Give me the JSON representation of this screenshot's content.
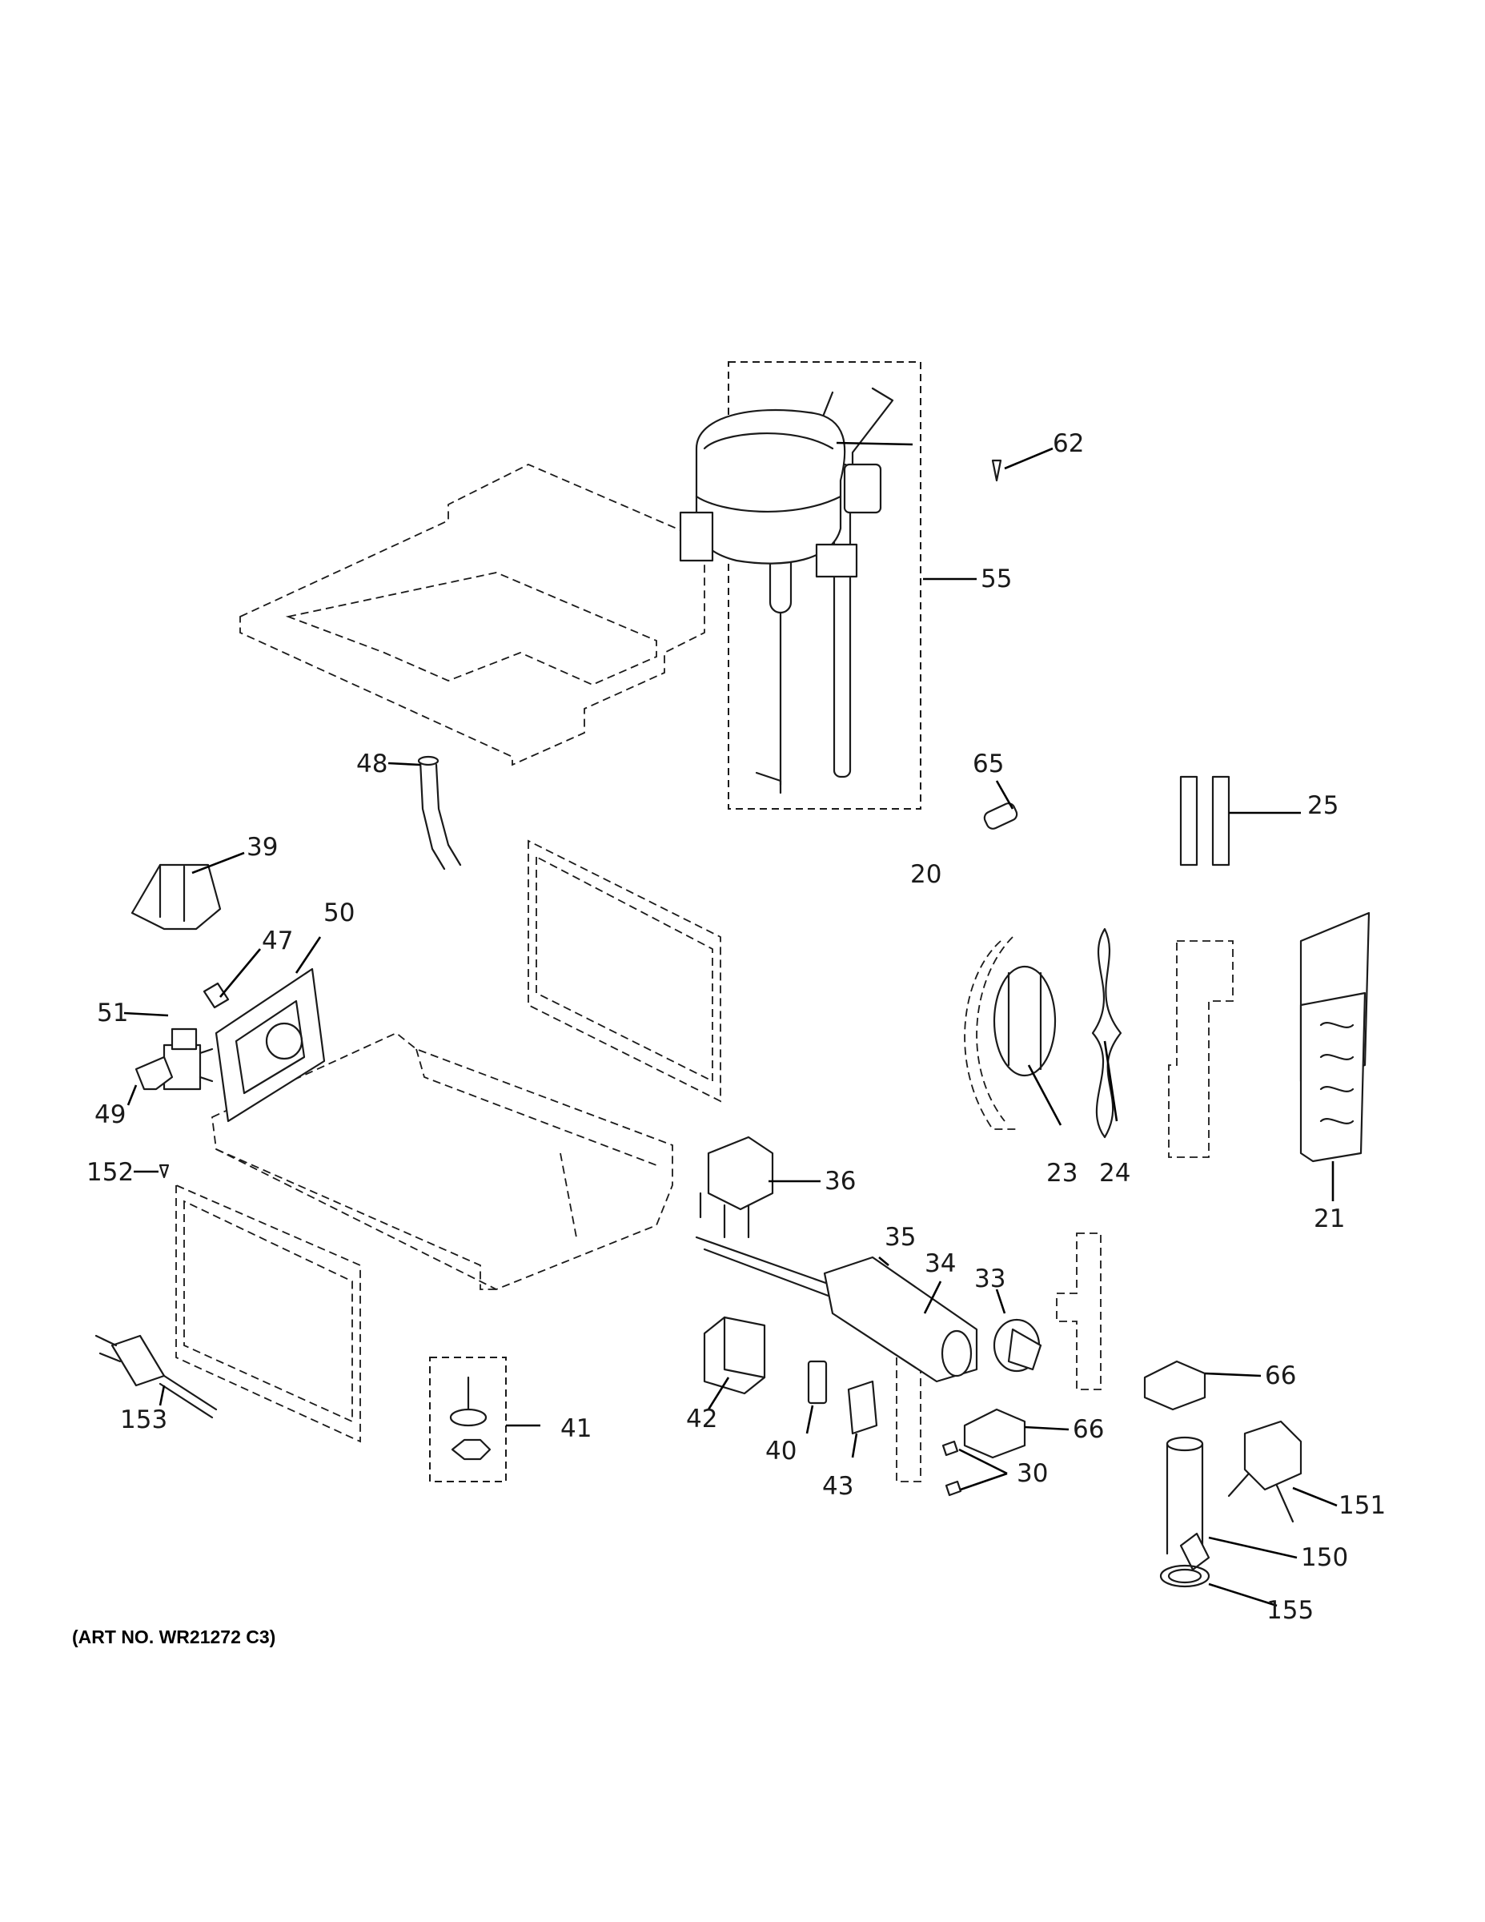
{
  "diagram": {
    "art_number": "(ART NO. WR21272 C3)",
    "callouts": {
      "c20": "20",
      "c21": "21",
      "c23": "23",
      "c24": "24",
      "c25": "25",
      "c30": "30",
      "c33": "33",
      "c34": "34",
      "c35": "35",
      "c36": "36",
      "c39": "39",
      "c40": "40",
      "c41": "41",
      "c42": "42",
      "c43": "43",
      "c47": "47",
      "c48": "48",
      "c49": "49",
      "c50": "50",
      "c51": "51",
      "c55": "55",
      "c62": "62",
      "c65": "65",
      "c66a": "66",
      "c66b": "66",
      "c150": "150",
      "c151": "151",
      "c152": "152",
      "c153": "153",
      "c155": "155"
    }
  }
}
